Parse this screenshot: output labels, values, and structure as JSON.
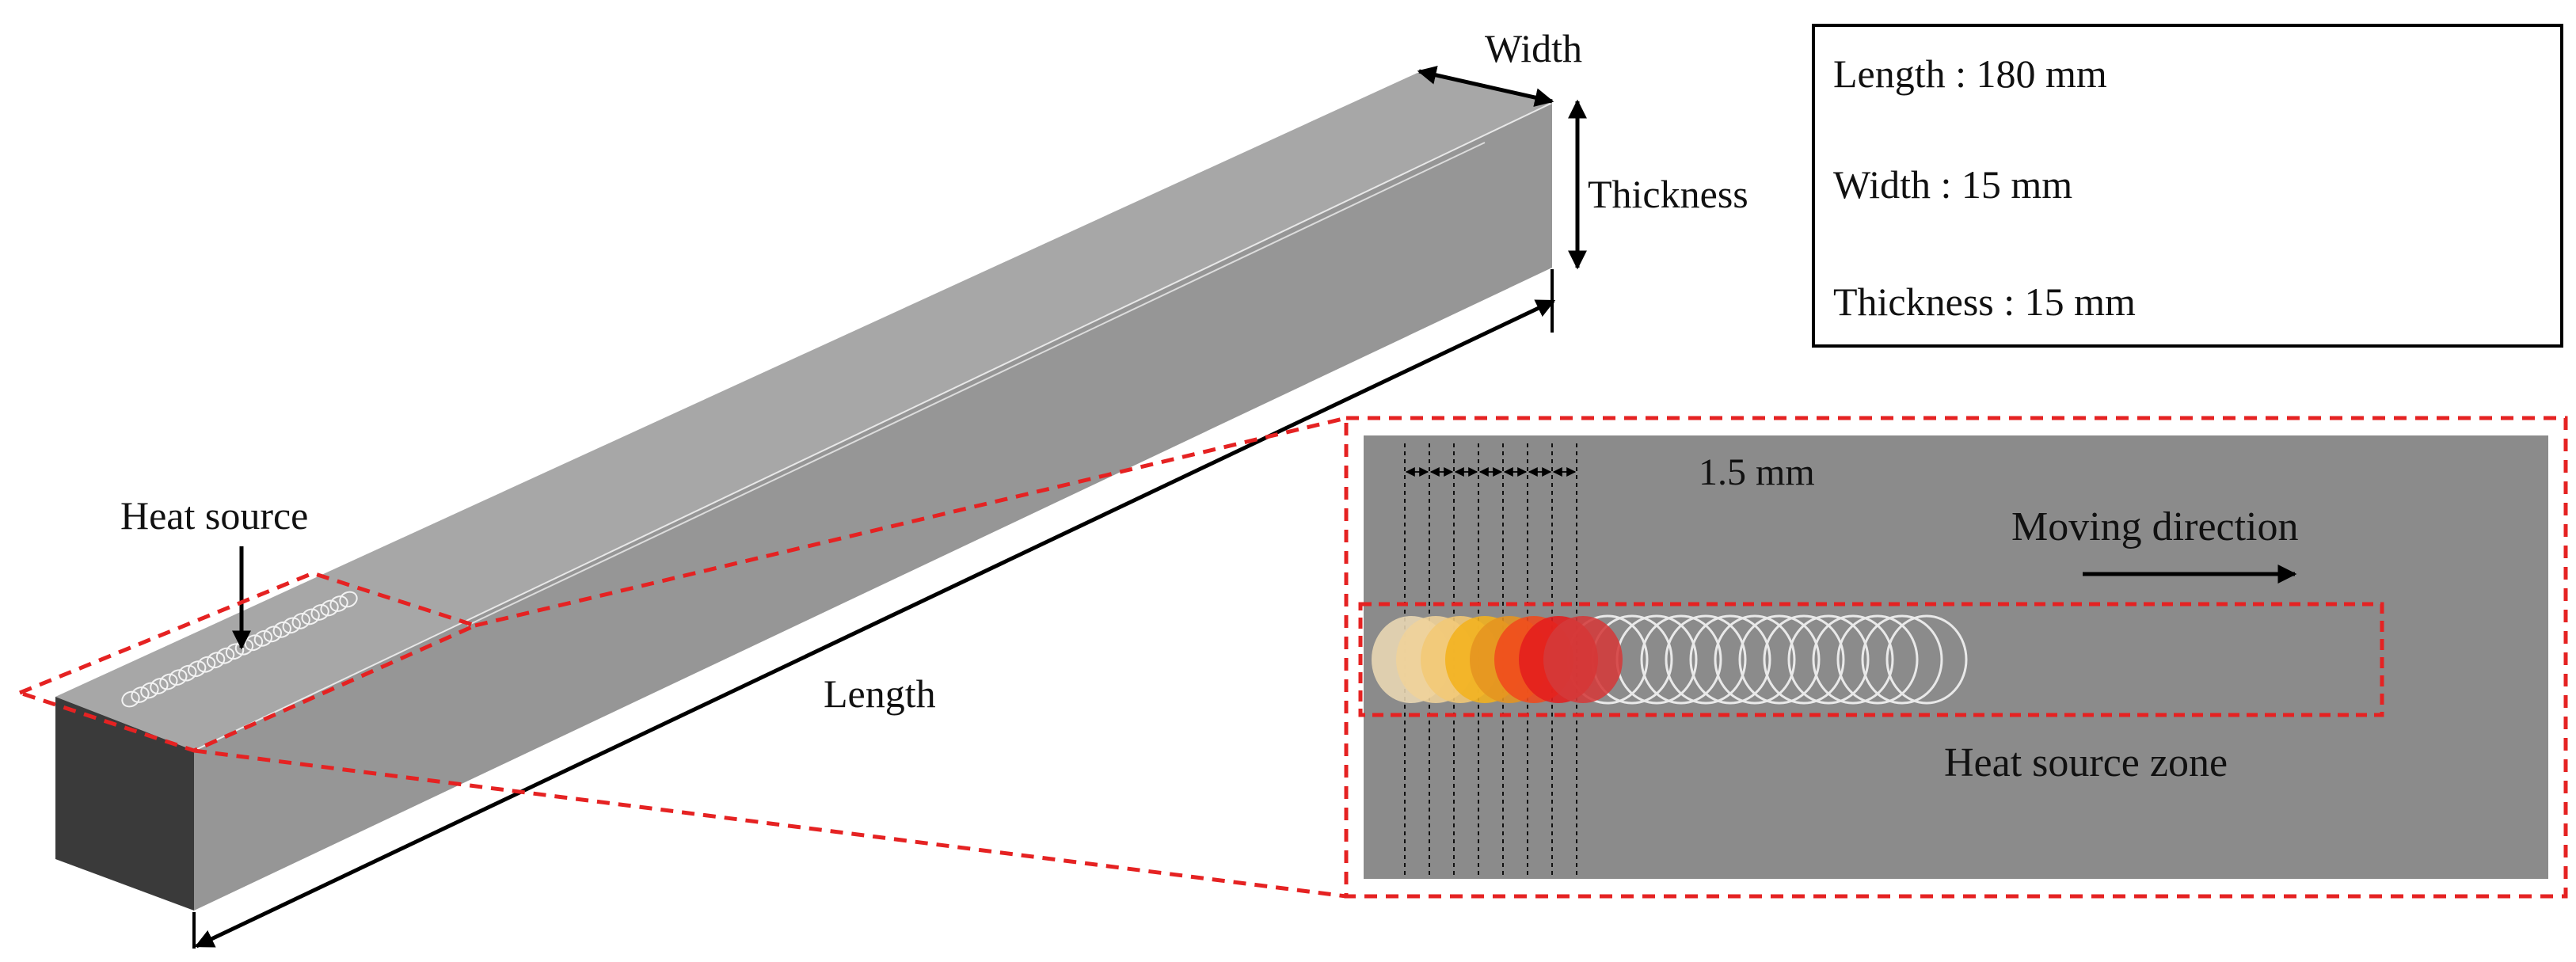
{
  "labels": {
    "width": "Width",
    "thickness": "Thickness",
    "length": "Length",
    "heat_source": "Heat source",
    "spacing": "1.5 mm",
    "moving_direction": "Moving direction",
    "heat_source_zone": "Heat source zone"
  },
  "specs": {
    "length": "Length : 180 mm",
    "width": "Width : 15 mm",
    "thickness": "Thickness : 15 mm"
  },
  "heat_spots": {
    "active_count": 8,
    "outline_count": 14,
    "active_colors": [
      "#ead8b4",
      "#f0d39a",
      "#f2c875",
      "#f3b21e",
      "#e59420",
      "#f04a1d",
      "#e41e1e",
      "#d43a3a"
    ]
  },
  "colors": {
    "bar_top": "#a7a7a7",
    "bar_side": "#969696",
    "bar_end": "#3a3a3a",
    "inset_bg": "#8b8b8b",
    "dashed": "#e52222"
  }
}
